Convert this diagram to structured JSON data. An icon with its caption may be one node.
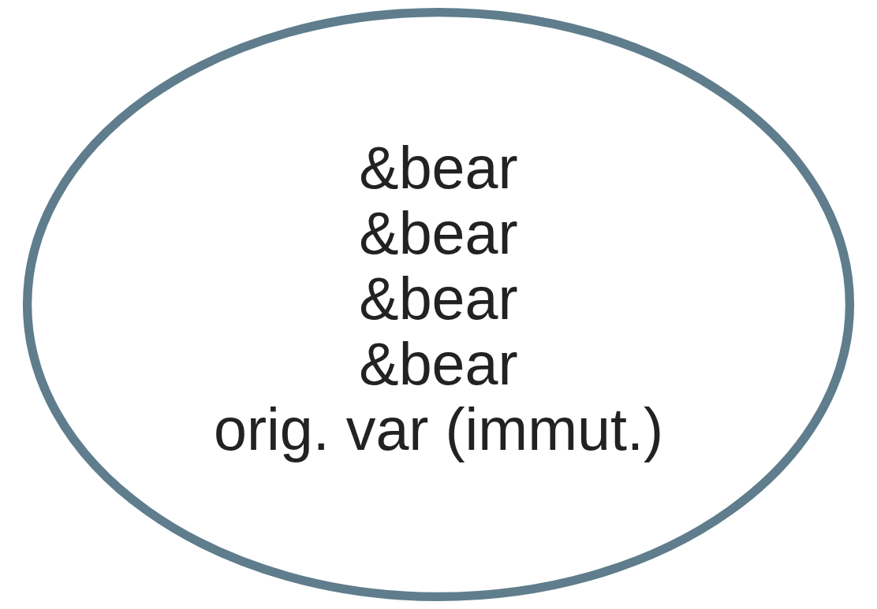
{
  "diagram": {
    "nodes": [
      {
        "text": [
          "&bear",
          "&bear",
          "&bear",
          "&bear",
          "orig. var (immut.)"
        ]
      }
    ]
  }
}
